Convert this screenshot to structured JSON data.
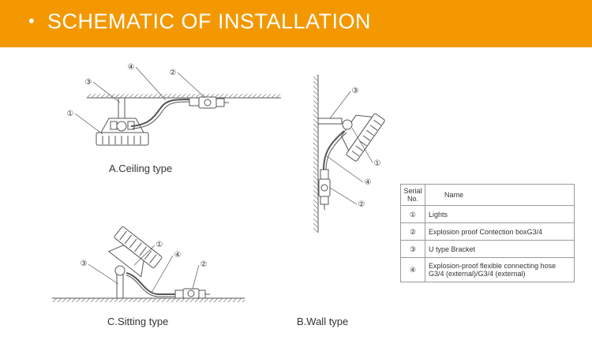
{
  "header": {
    "bullet": "•",
    "title": "SCHEMATIC OF INSTALLATION"
  },
  "colors": {
    "banner": "#f39800",
    "line": "#555555"
  },
  "diagram": {
    "ceiling": {
      "caption": "A.Ceiling type",
      "markers": [
        "①",
        "③",
        "④",
        "②"
      ]
    },
    "wall": {
      "caption": "B.Wall type",
      "markers": [
        "③",
        "①",
        "④",
        "②"
      ]
    },
    "sitting": {
      "caption": "C.Sitting type",
      "markers": [
        "①",
        "④",
        "③",
        "②"
      ]
    }
  },
  "legend": {
    "headers": {
      "serial_line1": "Serial",
      "serial_line2": "No.",
      "name": "Name"
    },
    "rows": [
      {
        "no": "①",
        "name": "Lights",
        "name2": ""
      },
      {
        "no": "②",
        "name": "Explosion proof Contection boxG3/4",
        "name2": ""
      },
      {
        "no": "③",
        "name": "U type Bracket",
        "name2": ""
      },
      {
        "no": "④",
        "name": "Explosion-proof flexible connecting hose",
        "name2": "G3/4 (external)/G3/4 (external)"
      }
    ]
  }
}
